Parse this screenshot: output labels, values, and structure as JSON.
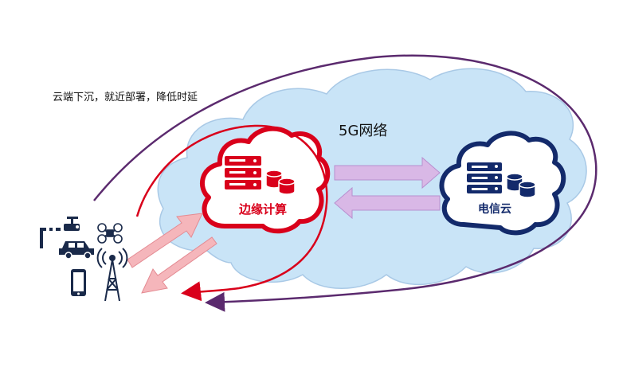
{
  "caption": "云端下沉，就近部署，降低时延",
  "network_label": "5G网络",
  "edge_label": "边缘计算",
  "telecom_label": "电信云",
  "colors": {
    "cloud_fill": "#c9e4f7",
    "cloud_stroke": "#a9c9e6",
    "edge_red": "#d9001b",
    "telecom_navy": "#132a6b",
    "curve_purple": "#5b2a6e",
    "arrow_lilac": "#d9b8e6",
    "arrow_pink": "#f5b6bb",
    "icon_dark": "#1a2a4a"
  },
  "icons": [
    "traffic-gate-icon",
    "camera-icon",
    "drone-icon",
    "car-icon",
    "smartphone-icon",
    "cell-tower-icon",
    "server-rack-icon",
    "database-icon"
  ]
}
